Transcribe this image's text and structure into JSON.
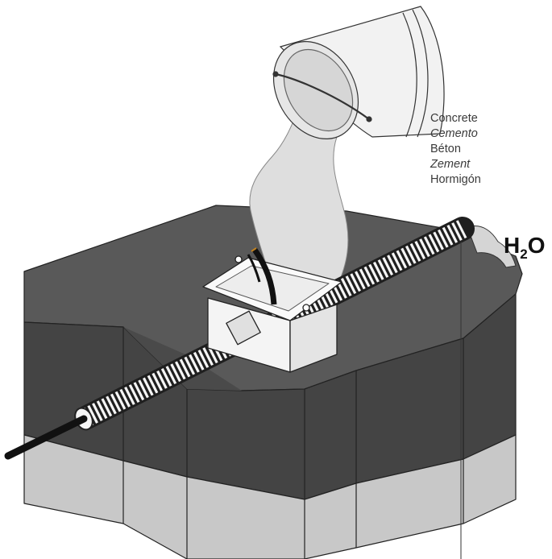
{
  "labels": {
    "concrete_en": "Concrete",
    "concrete_it": "Cemento",
    "concrete_fr": "Béton",
    "concrete_de": "Zement",
    "concrete_es": "Hormigón"
  },
  "water": {
    "h": "H",
    "sub": "2",
    "o": "O"
  },
  "colors": {
    "slab_top": "#595959",
    "slab_side": "#3f3f3f",
    "slab_lower": "#c8c8c8",
    "pour": "#dedede",
    "outline": "#222222"
  }
}
